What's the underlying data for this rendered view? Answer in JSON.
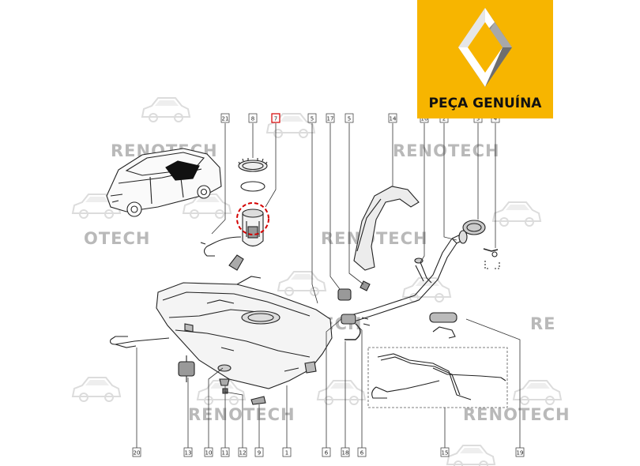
{
  "brand": {
    "label": "PEÇA GENUÍNA",
    "background_color": "#F7B500",
    "logo_icon": "renault-diamond-logo"
  },
  "watermark": {
    "text": "RENOTECH",
    "partial_text": "OTECH",
    "edge_text": "RE",
    "color": "#b9b9b9"
  },
  "callouts": {
    "top": [
      "21",
      "8",
      "7",
      "5",
      "17",
      "5",
      "14",
      "16",
      "2",
      "3",
      "4"
    ],
    "bottom": [
      "20",
      "13",
      "10",
      "11",
      "12",
      "9",
      "1",
      "6",
      "18",
      "6",
      "15",
      "19"
    ],
    "highlighted": "7",
    "highlight_color": "#D40000"
  }
}
